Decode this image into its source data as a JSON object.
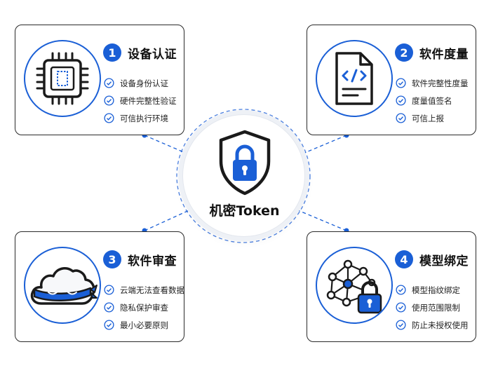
{
  "center": {
    "label": "机密Token"
  },
  "cards": [
    {
      "num": "1",
      "title": "设备认证",
      "icon": "chip-icon",
      "items": [
        "设备身份认证",
        "硬件完整性验证",
        "可信执行环境"
      ]
    },
    {
      "num": "2",
      "title": "软件度量",
      "icon": "code-document-icon",
      "items": [
        "软件完整性度量",
        "度量值签名",
        "可信上报"
      ]
    },
    {
      "num": "3",
      "title": "软件审查",
      "icon": "blindfolded-cloud-icon",
      "items": [
        "云端无法查看数据",
        "隐私保护审查",
        "最小必要原则"
      ]
    },
    {
      "num": "4",
      "title": "模型绑定",
      "icon": "network-lock-icon",
      "items": [
        "模型指纹绑定",
        "使用范围限制",
        "防止未授权使用"
      ]
    }
  ],
  "colors": {
    "accent": "#1a5fd6",
    "dark": "#1a1a1a",
    "cloud": "#f7f8fa"
  }
}
